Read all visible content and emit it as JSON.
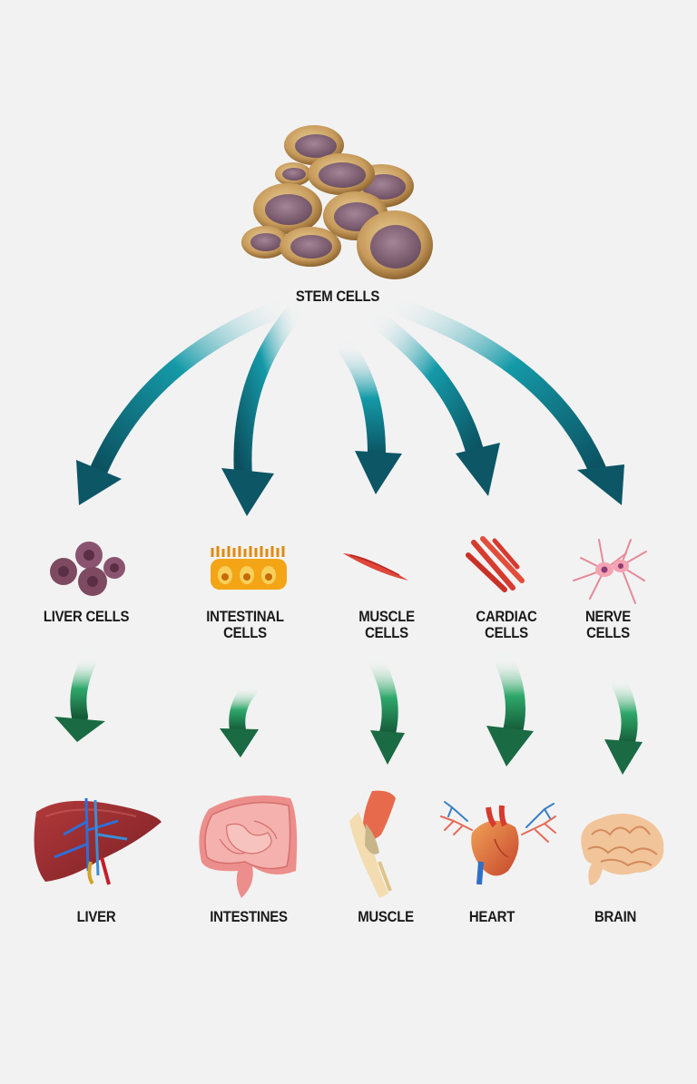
{
  "stem": {
    "label": "STEM CELLS"
  },
  "cells": [
    {
      "label": "LIVER CELLS",
      "icon": "liver-cells-icon"
    },
    {
      "label": "INTESTINAL\nCELLS",
      "icon": "intestinal-cells-icon"
    },
    {
      "label": "MUSCLE\nCELLS",
      "icon": "muscle-cells-icon"
    },
    {
      "label": "CARDIAC\nCELLS",
      "icon": "cardiac-cells-icon"
    },
    {
      "label": "NERVE\nCELLS",
      "icon": "nerve-cells-icon"
    }
  ],
  "organs": [
    {
      "label": "LIVER",
      "icon": "liver-icon"
    },
    {
      "label": "INTESTINES",
      "icon": "intestines-icon"
    },
    {
      "label": "MUSCLE",
      "icon": "muscle-icon"
    },
    {
      "label": "HEART",
      "icon": "heart-icon"
    },
    {
      "label": "BRAIN",
      "icon": "brain-icon"
    }
  ],
  "colors": {
    "background": "#f2f2f2",
    "teal_arrow": "#0e5f6e",
    "green_arrow": "#1e7a4c",
    "stem_cell_fill": "#c9a165",
    "stem_nucleus": "#8a6a7a"
  }
}
